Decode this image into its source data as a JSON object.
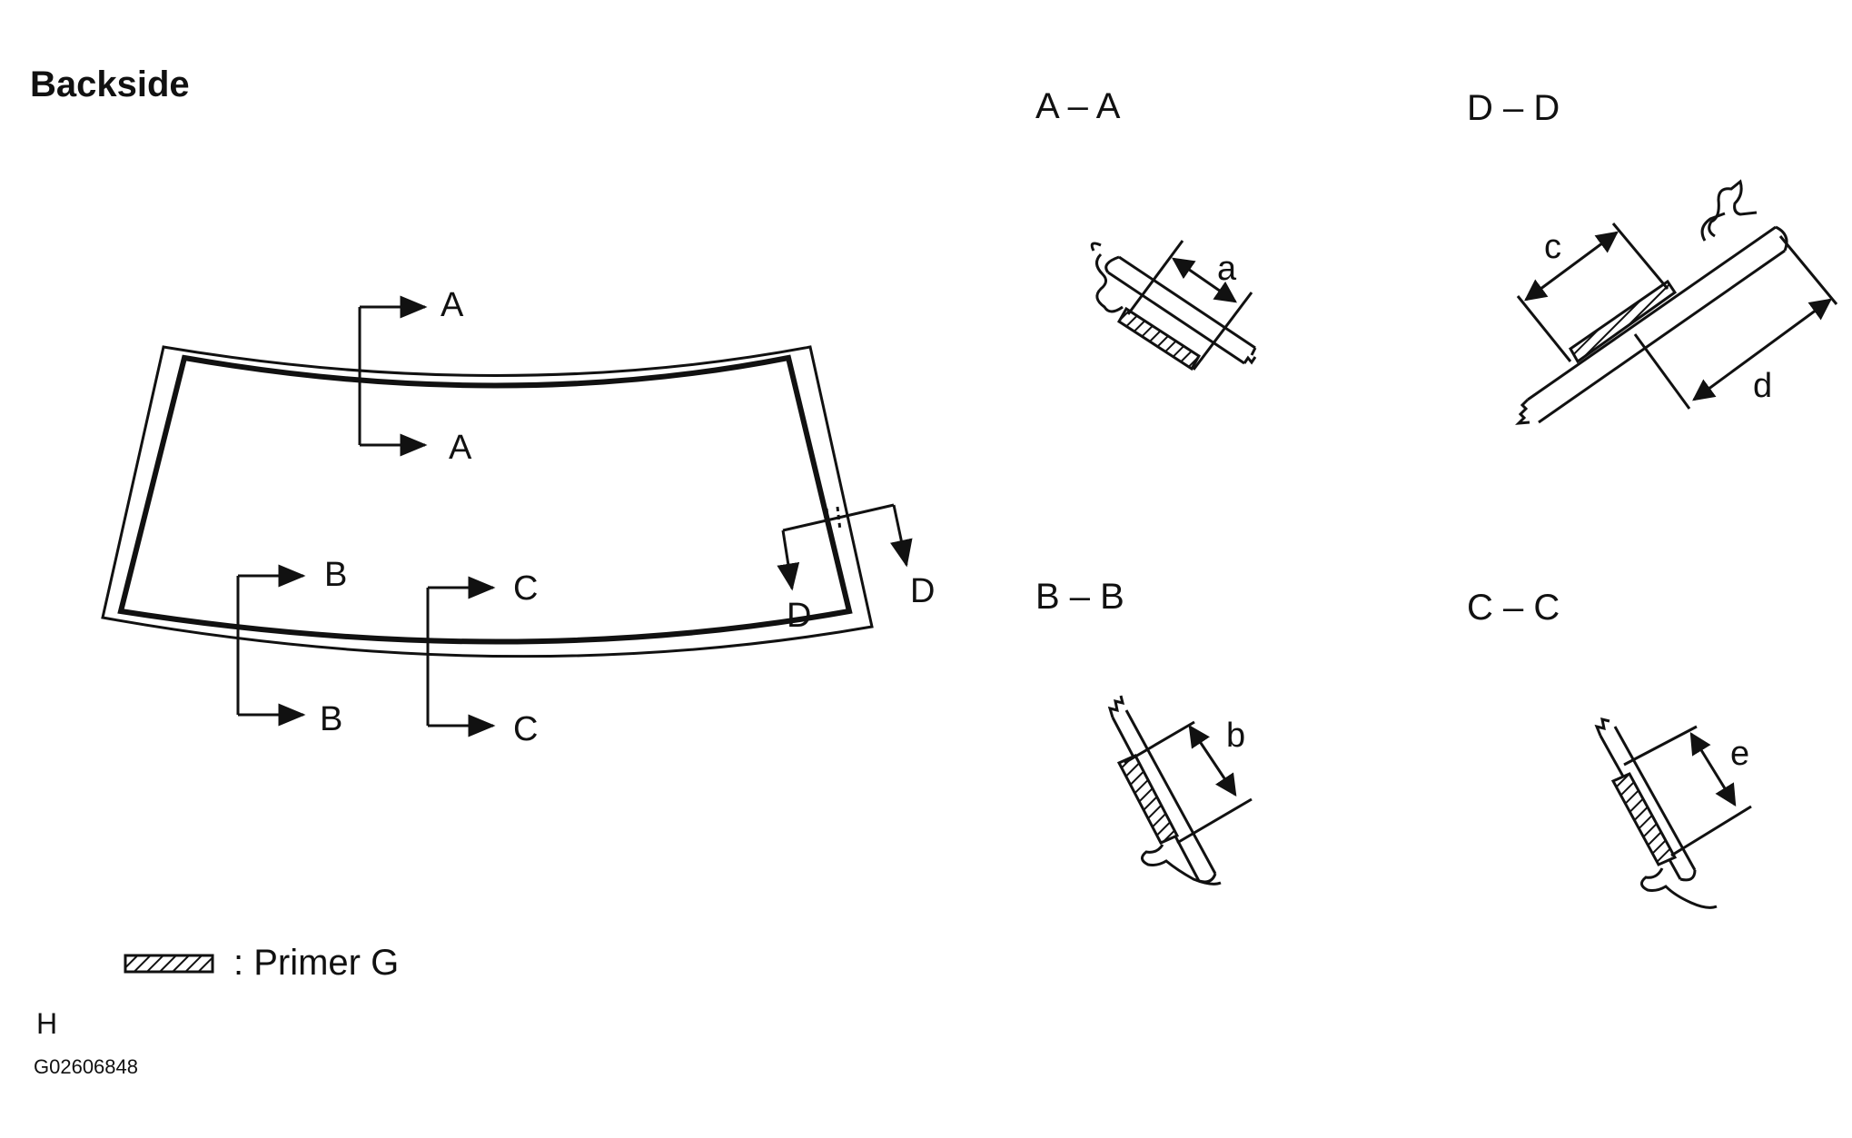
{
  "heading": "Backside",
  "windshield_markers": {
    "a_top": "A",
    "a_bottom": "A",
    "b_top": "B",
    "b_bottom": "B",
    "c_top": "C",
    "c_bottom": "C",
    "d_left": "D",
    "d_right": "D"
  },
  "sections": {
    "aa": {
      "title": "A – A",
      "dimension": "a"
    },
    "dd": {
      "title": "D – D",
      "dimension_1": "c",
      "dimension_2": "d"
    },
    "bb": {
      "title": "B – B",
      "dimension": "b"
    },
    "cc": {
      "title": "C – C",
      "dimension": "e"
    }
  },
  "legend": {
    "text": ": Primer G"
  },
  "footer": {
    "letter": "H",
    "code": "G02606848"
  },
  "colors": {
    "ink": "#111111",
    "background": "#ffffff"
  }
}
